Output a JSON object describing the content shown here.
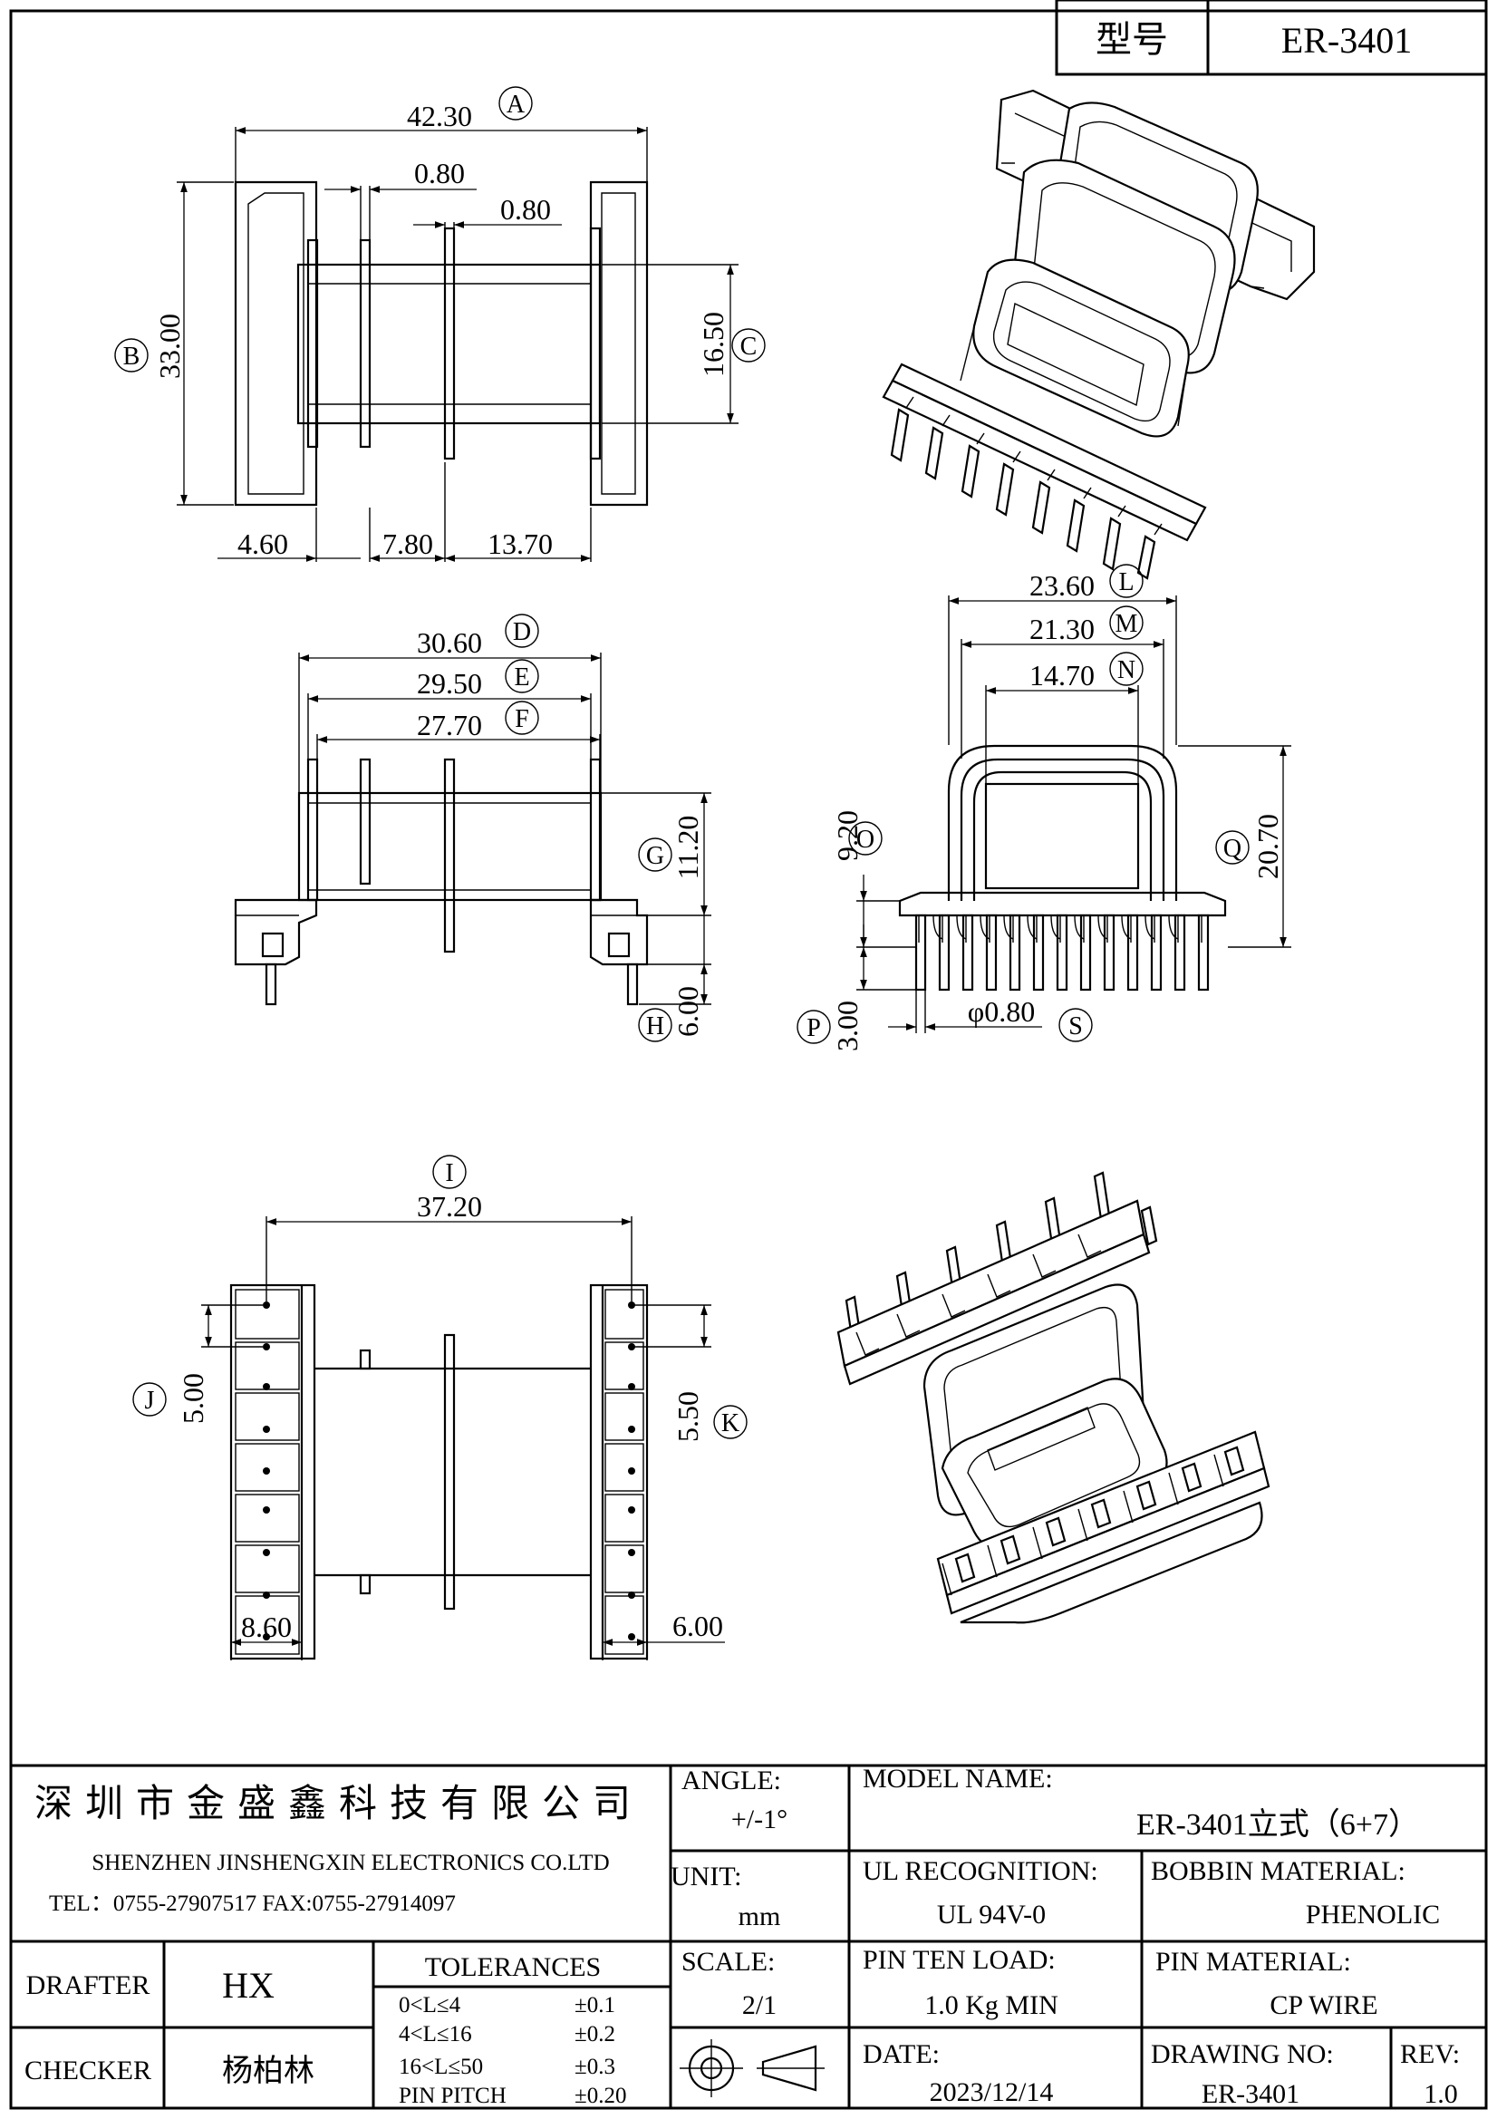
{
  "header": {
    "model_label": "型号",
    "model_value": "ER-3401"
  },
  "dims": {
    "A": "42.30",
    "B": "33.00",
    "C": "16.50",
    "s080a": "0.80",
    "s080b": "0.80",
    "s460": "4.60",
    "s780": "7.80",
    "s1370": "13.70",
    "D": "30.60",
    "E": "29.50",
    "F": "27.70",
    "G": "11.20",
    "H": "6.00",
    "L": "23.60",
    "M": "21.30",
    "N": "14.70",
    "O": "9.20",
    "Q": "20.70",
    "P": "3.00",
    "S": "φ0.80",
    "I": "37.20",
    "J": "5.00",
    "K": "5.50",
    "s860": "8.60",
    "s600": "6.00"
  },
  "callouts": [
    "A",
    "B",
    "C",
    "D",
    "E",
    "F",
    "G",
    "H",
    "I",
    "J",
    "K",
    "L",
    "M",
    "N",
    "O",
    "P",
    "Q",
    "S"
  ],
  "title_block": {
    "company_cn": "深圳市金盛鑫科技有限公司",
    "company_en": "SHENZHEN JINSHENGXIN ELECTRONICS CO.LTD",
    "contact": "TEL：0755-27907517   FAX:0755-27914097",
    "angle_label": "ANGLE:",
    "angle_value": "+/-1°",
    "unit_label": "UNIT:",
    "unit_value": "mm",
    "scale_label": "SCALE:",
    "scale_value": "2/1",
    "model_name_label": "MODEL NAME:",
    "model_name_value": "ER-3401立式（6+7）",
    "ul_label": "UL RECOGNITION:",
    "ul_value": "UL 94V-0",
    "bobbin_label": "BOBBIN MATERIAL:",
    "bobbin_value": "PHENOLIC",
    "pin_load_label": "PIN TEN LOAD:",
    "pin_load_value": "1.0 Kg MIN",
    "pin_mat_label": "PIN MATERIAL:",
    "pin_mat_value": "CP WIRE",
    "date_label": "DATE:",
    "date_value": "2023/12/14",
    "drawing_no_label": "DRAWING NO:",
    "drawing_no_value": "ER-3401",
    "rev_label": "REV:",
    "rev_value": "1.0",
    "drafter_label": "DRAFTER",
    "drafter_value": "HX",
    "checker_label": "CHECKER",
    "checker_value": "杨柏林",
    "tolerances_label": "TOLERANCES",
    "tolerances": [
      {
        "range": "0<L≤4",
        "value": "±0.1"
      },
      {
        "range": "4<L≤16",
        "value": "±0.2"
      },
      {
        "range": "16<L≤50",
        "value": "±0.3"
      },
      {
        "range": "PIN PITCH",
        "value": "±0.20"
      }
    ]
  }
}
